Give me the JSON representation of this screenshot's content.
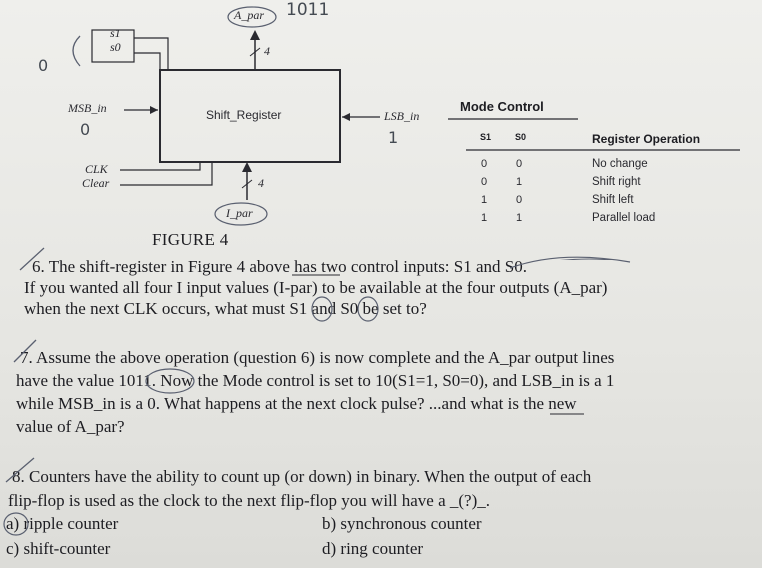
{
  "diagram": {
    "box_label": "Shift_Register",
    "s1_label": "s1",
    "s0_label": "s0",
    "msb_label": "MSB_in",
    "lsb_label": "LSB_in",
    "clk_label": "CLK",
    "clear_label": "Clear",
    "a_par_label": "A_par",
    "i_par_label": "I_par",
    "bus_width_top": "4",
    "bus_width_bottom": "4"
  },
  "handwriting": {
    "top_note": "1011",
    "msb_note": "0",
    "lsb_note": "1",
    "left_note": "0"
  },
  "mode_control": {
    "title": "Mode Control",
    "col_s1": "S1",
    "col_s0": "S0",
    "col_op": "Register Operation",
    "rows": [
      {
        "s1": "0",
        "s0": "0",
        "op": "No change"
      },
      {
        "s1": "0",
        "s0": "1",
        "op": "Shift right"
      },
      {
        "s1": "1",
        "s0": "0",
        "op": "Shift left"
      },
      {
        "s1": "1",
        "s0": "1",
        "op": "Parallel load"
      }
    ]
  },
  "figure_caption": "FIGURE 4",
  "questions": {
    "q6": {
      "line1": "6. The shift-register in Figure 4 above has two control inputs:  S1 and S0.",
      "line2": "If you wanted all four I input values (I-par) to be available at the four outputs (A_par)",
      "line3": "when the next CLK occurs, what must S1 and S0 be set to?"
    },
    "q7": {
      "line1": "7. Assume the above operation (question 6) is now complete and the A_par output lines",
      "line2": "have the value 1011.  Now the Mode control is set to 10(S1=1, S0=0), and LSB_in is a 1",
      "line3": "while MSB_in is a 0.  What happens at the next clock pulse?  ...and what is the new",
      "line4": "value of A_par?"
    },
    "q8": {
      "line1": "8. Counters have the ability to count up (or down) in binary.  When the output of each",
      "line2": "flip-flop is used as the clock to the next flip-flop you will have a _(?)_.",
      "options": {
        "a": "a) ripple counter",
        "b": "b) synchronous counter",
        "c": "c) shift-counter",
        "d": "d) ring counter"
      }
    }
  }
}
